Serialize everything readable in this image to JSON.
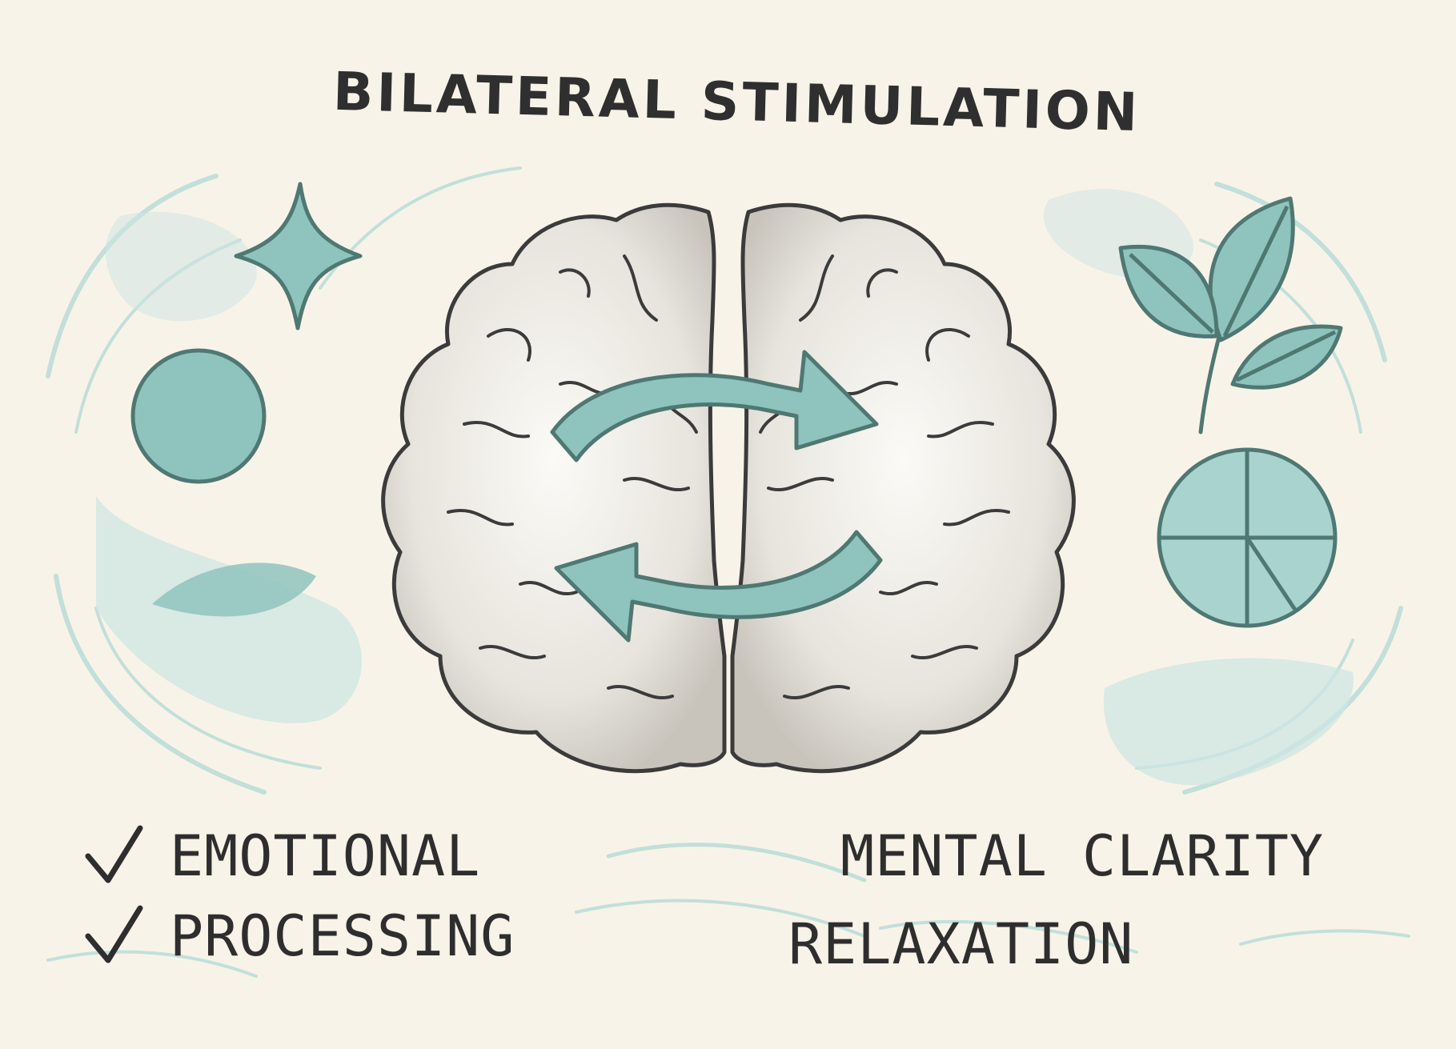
{
  "title": "BILATERAL STIMULATION",
  "benefits_left": [
    "EMOTIONAL",
    "PROCESSING"
  ],
  "benefits_right": [
    "MENTAL CLARITY",
    "RELAXATION"
  ],
  "icons": {
    "left": [
      "sparkle-icon",
      "circle-icon",
      "leaf-blob-icon"
    ],
    "center": [
      "brain-icon",
      "cycle-arrows-icon"
    ],
    "right": [
      "leaves-icon",
      "segmented-circle-icon"
    ],
    "checks": [
      "checkmark-icon",
      "checkmark-icon"
    ]
  },
  "colors": {
    "background": "#f8f3e8",
    "accent": "#8fc3bd",
    "accent_light": "#cfe6e3",
    "ink": "#2e2e2e",
    "outline": "#4f7873"
  }
}
